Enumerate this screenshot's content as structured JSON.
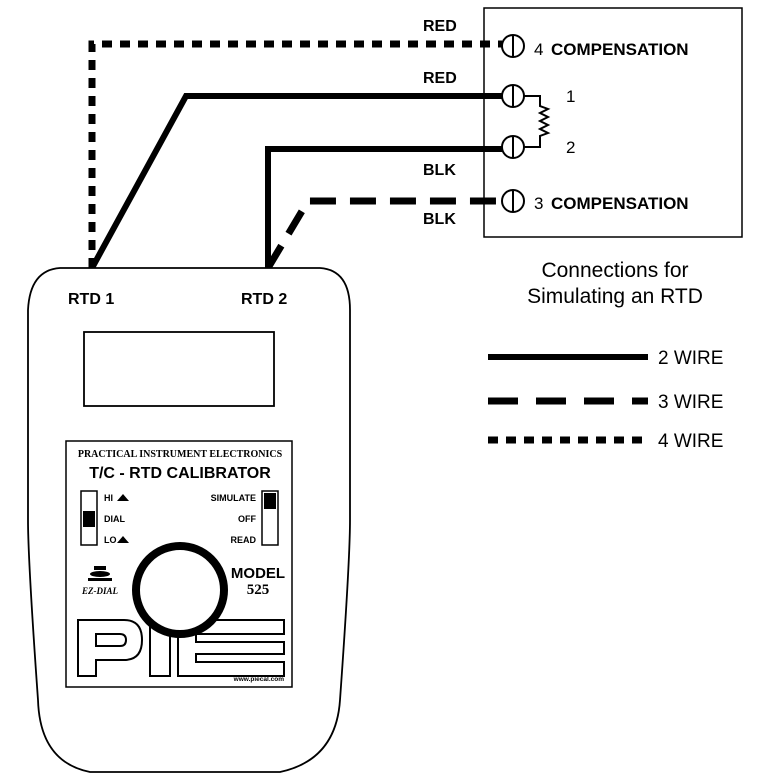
{
  "terminal_box": {
    "terminals": [
      {
        "number": "4",
        "label": "COMPENSATION"
      },
      {
        "number": "1",
        "label": ""
      },
      {
        "number": "2",
        "label": ""
      },
      {
        "number": "3",
        "label": "COMPENSATION"
      }
    ]
  },
  "wire_labels": {
    "red_top": "RED",
    "red_mid": "RED",
    "blk_mid": "BLK",
    "blk_bottom": "BLK"
  },
  "caption": {
    "line1": "Connections for",
    "line2": "Simulating an RTD"
  },
  "legend": [
    {
      "style": "solid",
      "label": "2 WIRE"
    },
    {
      "style": "dashed",
      "label": "3 WIRE"
    },
    {
      "style": "dotted",
      "label": "4 WIRE"
    }
  ],
  "device": {
    "terminal_left": "RTD 1",
    "terminal_right": "RTD 2",
    "brand_line": "PRACTICAL INSTRUMENT ELECTRONICS",
    "product_name": "T/C - RTD CALIBRATOR",
    "left_switch": {
      "hi": "HI",
      "dial": "DIAL",
      "lo": "LO"
    },
    "right_switch": {
      "simulate": "SIMULATE",
      "off": "OFF",
      "read": "READ"
    },
    "ez_dial": "EZ-DIAL",
    "model_label": "MODEL",
    "model_number": "525",
    "logo": "PIE",
    "website": "www.piecal.com"
  },
  "colors": {
    "ink": "#000000",
    "background": "#ffffff",
    "screen": "#ffffff"
  }
}
